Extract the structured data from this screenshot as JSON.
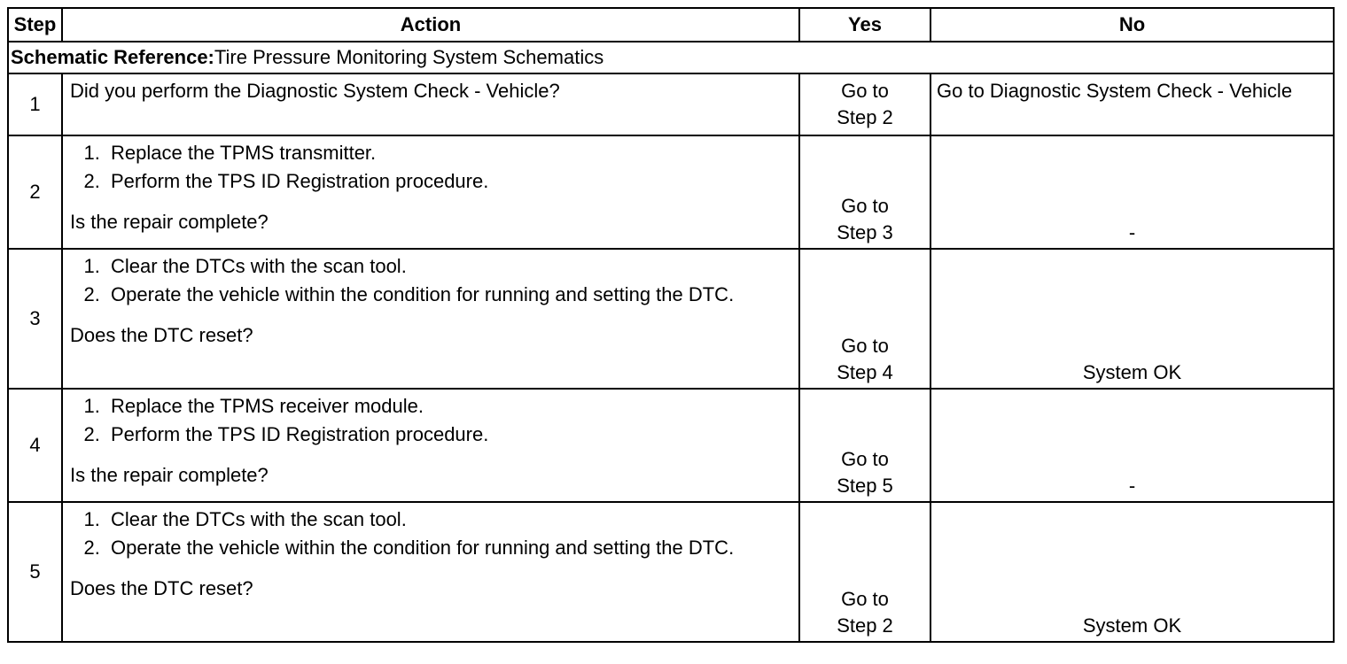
{
  "headers": {
    "step": "Step",
    "action": "Action",
    "yes": "Yes",
    "no": "No"
  },
  "schematic": {
    "label": "Schematic Reference:",
    "value": "Tire Pressure Monitoring System Schematics"
  },
  "rows": [
    {
      "step": "1",
      "question": "Did you perform the Diagnostic System Check - Vehicle?",
      "yes_line1": "Go to",
      "yes_line2": "Step 2",
      "no": "Go to Diagnostic System Check - Vehicle"
    },
    {
      "step": "2",
      "substeps": [
        "Replace the TPMS transmitter.",
        "Perform the TPS ID Registration procedure."
      ],
      "question": "Is the repair complete?",
      "yes_line1": "Go to",
      "yes_line2": "Step 3",
      "no": "-"
    },
    {
      "step": "3",
      "substeps": [
        "Clear the DTCs with the scan tool.",
        "Operate the vehicle within the condition for running and setting the DTC."
      ],
      "question": "Does the DTC reset?",
      "yes_line1": "Go to",
      "yes_line2": "Step 4",
      "no": "System OK"
    },
    {
      "step": "4",
      "substeps": [
        "Replace the TPMS receiver module.",
        "Perform the TPS ID Registration procedure."
      ],
      "question": "Is the repair complete?",
      "yes_line1": "Go to",
      "yes_line2": "Step 5",
      "no": "-"
    },
    {
      "step": "5",
      "substeps": [
        "Clear the DTCs with the scan tool.",
        "Operate the vehicle within the condition for running and setting the DTC."
      ],
      "question": "Does the DTC reset?",
      "yes_line1": "Go to",
      "yes_line2": "Step 2",
      "no": "System OK"
    }
  ]
}
